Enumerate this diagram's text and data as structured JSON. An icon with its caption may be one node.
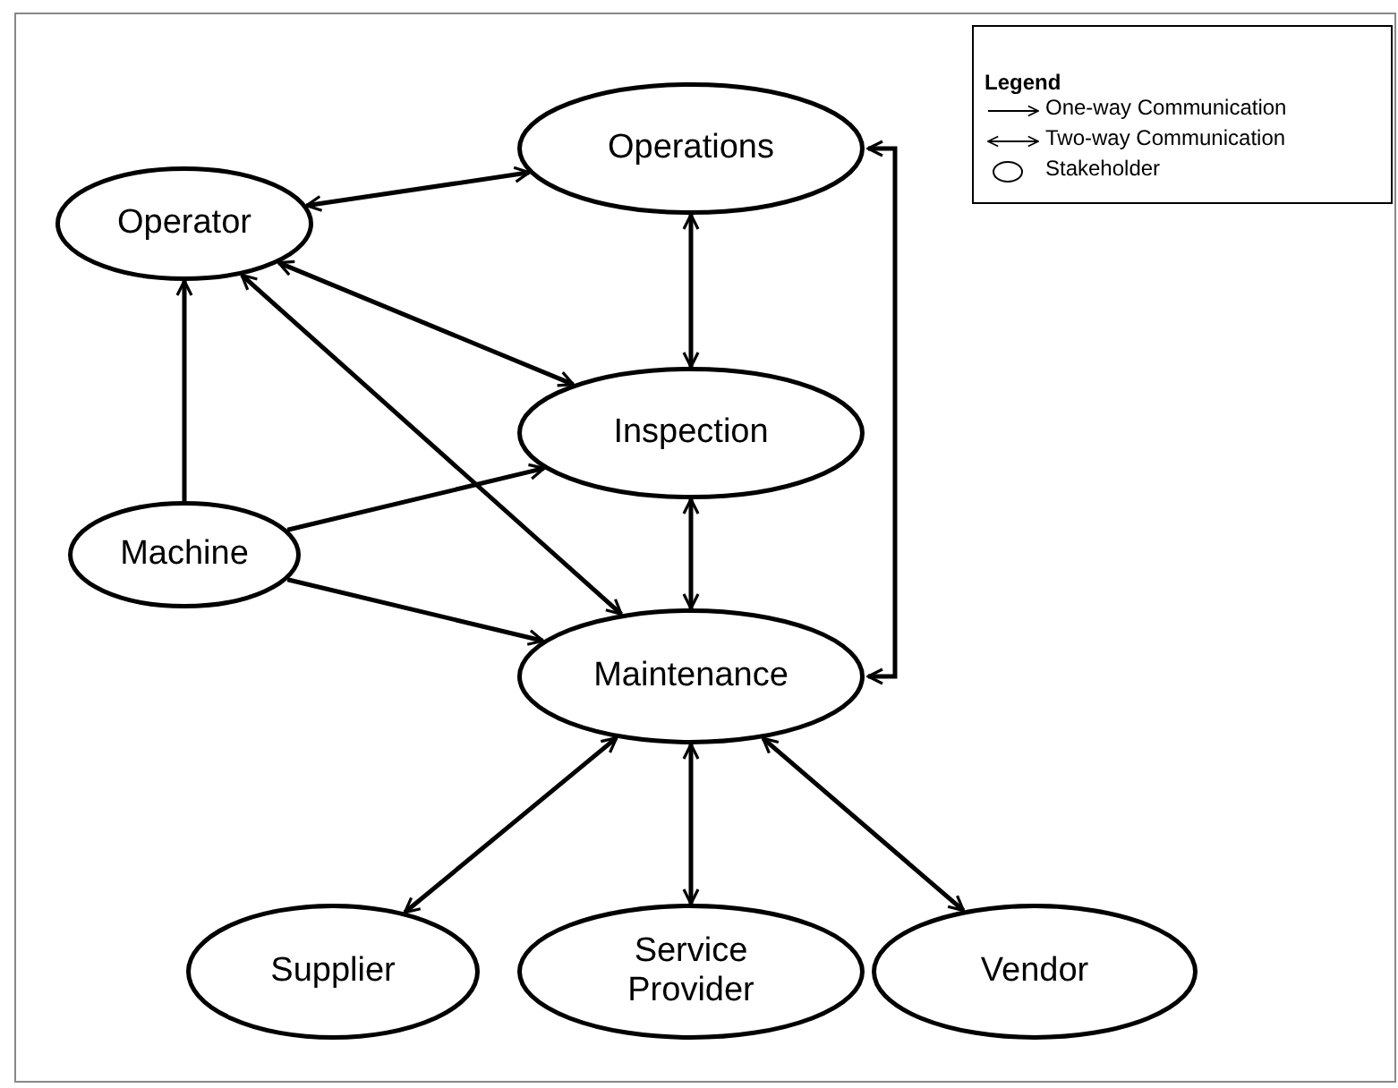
{
  "diagram": {
    "nodes": [
      {
        "text": [
          "Operator"
        ]
      },
      {
        "text": [
          "Operations"
        ]
      },
      {
        "text": [
          "Inspection"
        ]
      },
      {
        "text": [
          "Machine"
        ]
      },
      {
        "text": [
          "Maintenance"
        ]
      },
      {
        "text": [
          "Supplier"
        ]
      },
      {
        "text": [
          "Service Provider"
        ]
      },
      {
        "text": [
          "Vendor"
        ]
      }
    ],
    "edges": [
      {
        "from": 0,
        "to": 1,
        "arrow": "both"
      },
      {
        "from": 0,
        "to": 2,
        "arrow": "both"
      },
      {
        "from": 0,
        "to": 4,
        "arrow": "both"
      },
      {
        "from": 3,
        "to": 0,
        "arrow": "to"
      },
      {
        "from": 3,
        "to": 2,
        "arrow": "to"
      },
      {
        "from": 3,
        "to": 4,
        "arrow": "to"
      },
      {
        "from": 1,
        "to": 2,
        "arrow": "both"
      },
      {
        "from": 2,
        "to": 4,
        "arrow": "both"
      },
      {
        "from": 1,
        "to": 4,
        "arrow": "both"
      },
      {
        "from": 4,
        "to": 5,
        "arrow": "both"
      },
      {
        "from": 4,
        "to": 6,
        "arrow": "both"
      },
      {
        "from": 4,
        "to": 7,
        "arrow": "both"
      }
    ],
    "labels": [
      "Legend"
    ],
    "legend": [
      {
        "text": "One-way Communication"
      },
      {
        "text": "Two-way Communication"
      },
      {
        "text": "Stakeholder"
      }
    ]
  }
}
